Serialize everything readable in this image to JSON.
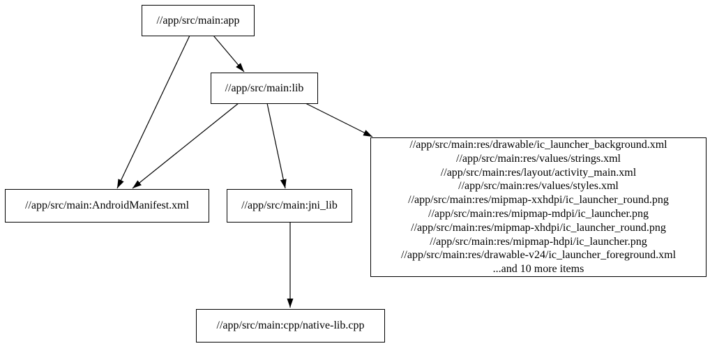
{
  "diagram": {
    "kind": "build-dependency-graph",
    "colors": {
      "background": "#ffffff",
      "node_fill": "#ffffff",
      "node_border": "#000000",
      "edge": "#000000",
      "text": "#000000"
    },
    "nodes": {
      "app": {
        "label": "//app/src/main:app"
      },
      "lib": {
        "label": "//app/src/main:lib"
      },
      "android_manifest": {
        "label": "//app/src/main:AndroidManifest.xml"
      },
      "jni_lib": {
        "label": "//app/src/main:jni_lib"
      },
      "resources_group": {
        "lines": [
          "//app/src/main:res/drawable/ic_launcher_background.xml",
          "//app/src/main:res/values/strings.xml",
          "//app/src/main:res/layout/activity_main.xml",
          "//app/src/main:res/values/styles.xml",
          "//app/src/main:res/mipmap-xxhdpi/ic_launcher_round.png",
          "//app/src/main:res/mipmap-mdpi/ic_launcher.png",
          "//app/src/main:res/mipmap-xhdpi/ic_launcher_round.png",
          "//app/src/main:res/mipmap-hdpi/ic_launcher.png",
          "//app/src/main:res/drawable-v24/ic_launcher_foreground.xml",
          "...and 10 more items"
        ]
      },
      "native_lib_cpp": {
        "label": "//app/src/main:cpp/native-lib.cpp"
      }
    },
    "edges": [
      {
        "from": "app",
        "to": "lib"
      },
      {
        "from": "app",
        "to": "android_manifest"
      },
      {
        "from": "lib",
        "to": "android_manifest"
      },
      {
        "from": "lib",
        "to": "jni_lib"
      },
      {
        "from": "lib",
        "to": "resources_group"
      },
      {
        "from": "jni_lib",
        "to": "native_lib_cpp"
      }
    ]
  }
}
